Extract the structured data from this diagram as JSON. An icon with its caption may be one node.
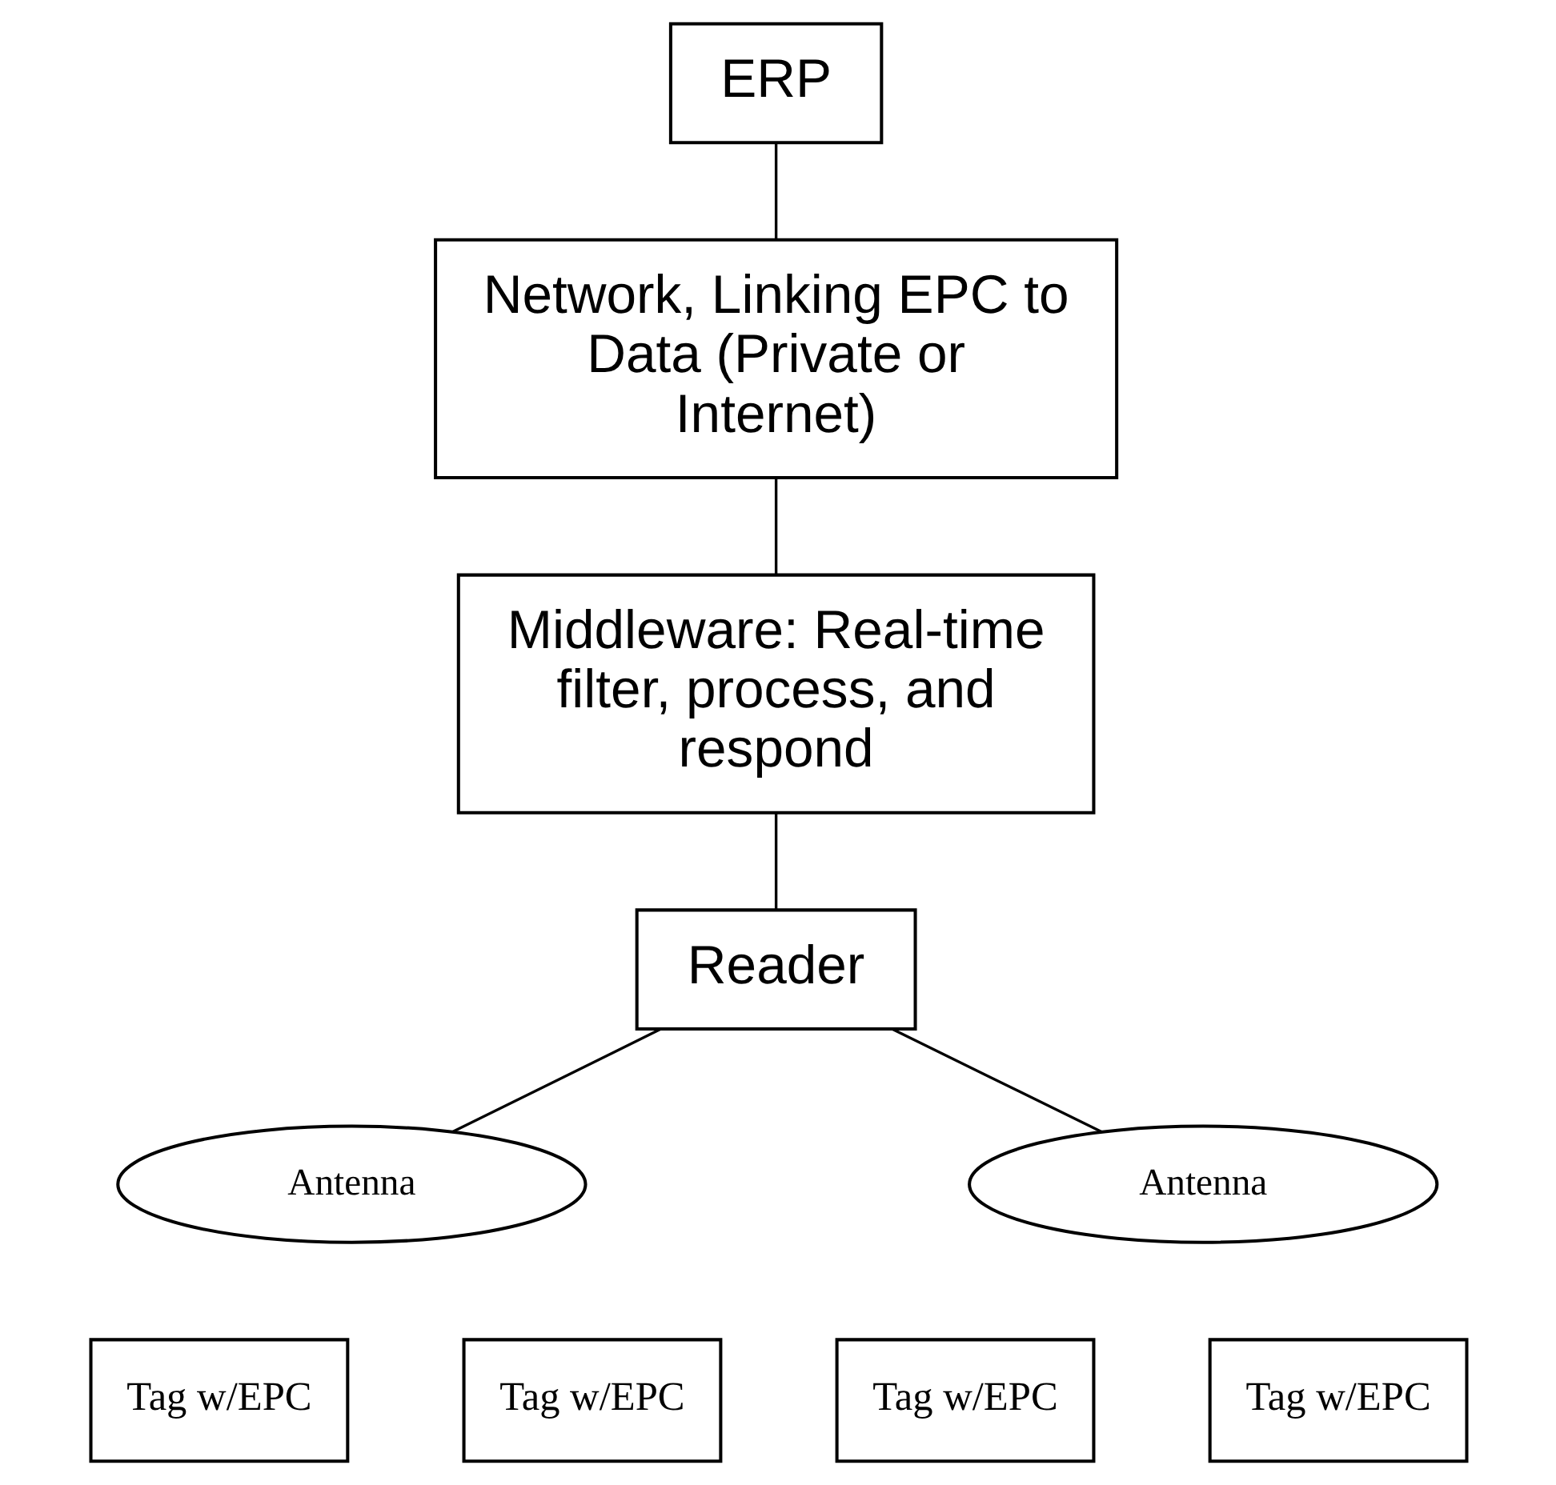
{
  "diagram": {
    "nodes": [
      {
        "text": [
          "ERP"
        ]
      },
      {
        "text": [
          "Network, Linking EPC to Data (Private or Internet)"
        ]
      },
      {
        "text": [
          "Middleware: Real-time filter, process, and respond"
        ]
      },
      {
        "text": [
          "Reader"
        ]
      },
      {
        "text": [
          "Antenna"
        ]
      },
      {
        "text": [
          "Antenna"
        ]
      },
      {
        "text": [
          "Tag w/EPC"
        ]
      },
      {
        "text": [
          "Tag w/EPC"
        ]
      },
      {
        "text": [
          "Tag w/EPC"
        ]
      },
      {
        "text": [
          "Tag w/EPC"
        ]
      }
    ],
    "edges": [
      {
        "from": 0,
        "to": 1,
        "arrow": "none"
      },
      {
        "from": 1,
        "to": 2,
        "arrow": "none"
      },
      {
        "from": 2,
        "to": 3,
        "arrow": "none"
      },
      {
        "from": 3,
        "to": 4,
        "arrow": "none"
      },
      {
        "from": 3,
        "to": 5,
        "arrow": "none"
      }
    ]
  }
}
